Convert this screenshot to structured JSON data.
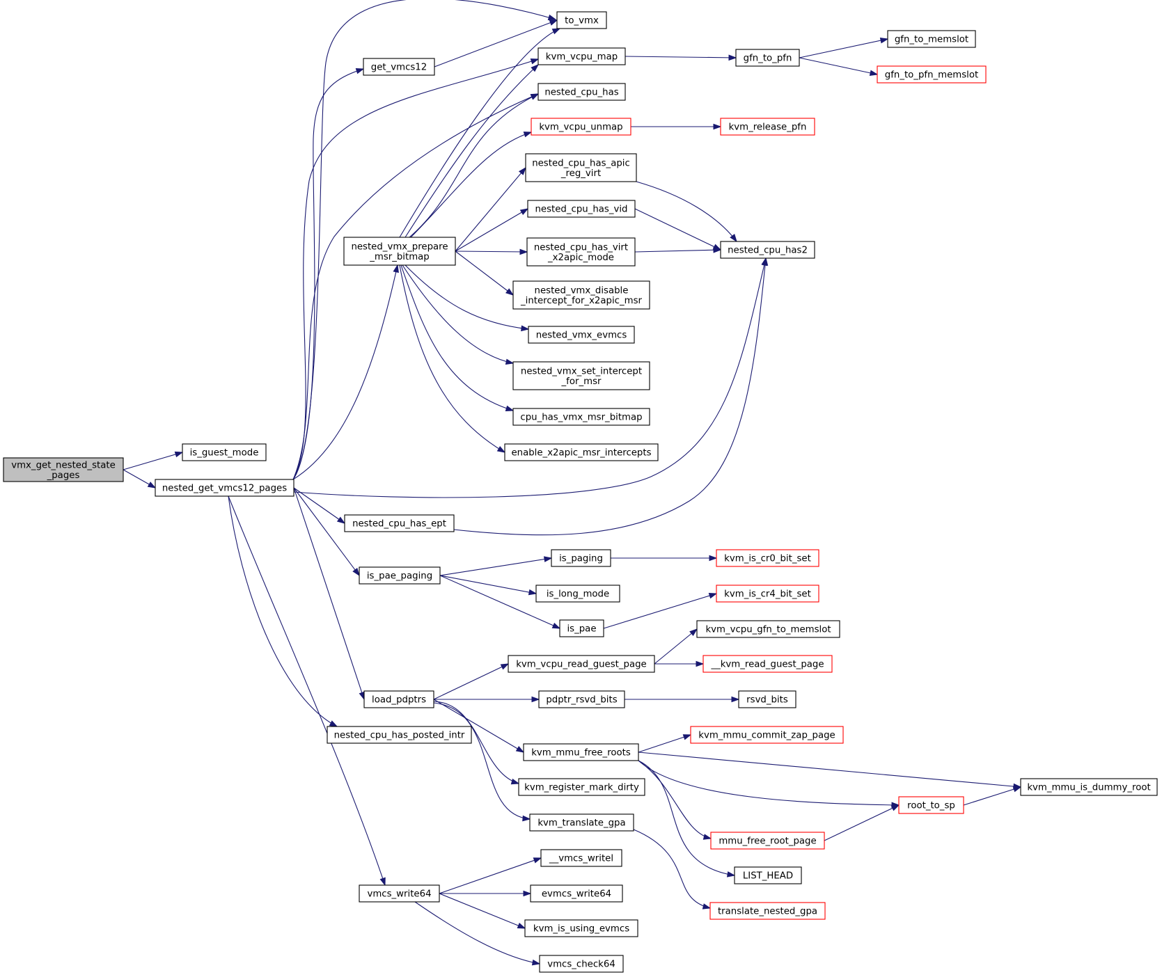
{
  "colors": {
    "edge": "#191970",
    "node_border": "#000000",
    "truncated_node_border": "#ff0000",
    "root_fill": "#bfbfbf",
    "node_fill": "#ffffff"
  },
  "nodes": [
    {
      "id": "root",
      "lines": [
        "vmx_get_nested_state",
        "_pages"
      ],
      "style": "root"
    },
    {
      "id": "is_guest_mode",
      "lines": [
        "is_guest_mode"
      ],
      "style": "normal"
    },
    {
      "id": "nested_get_vmcs12_pages",
      "lines": [
        "nested_get_vmcs12_pages"
      ],
      "style": "normal"
    },
    {
      "id": "get_vmcs12",
      "lines": [
        "get_vmcs12"
      ],
      "style": "normal"
    },
    {
      "id": "to_vmx",
      "lines": [
        "to_vmx"
      ],
      "style": "normal"
    },
    {
      "id": "kvm_vcpu_map",
      "lines": [
        "kvm_vcpu_map"
      ],
      "style": "normal"
    },
    {
      "id": "gfn_to_pfn",
      "lines": [
        "gfn_to_pfn"
      ],
      "style": "normal"
    },
    {
      "id": "gfn_to_memslot",
      "lines": [
        "gfn_to_memslot"
      ],
      "style": "normal"
    },
    {
      "id": "gfn_to_pfn_memslot",
      "lines": [
        "gfn_to_pfn_memslot"
      ],
      "style": "truncated"
    },
    {
      "id": "nested_cpu_has",
      "lines": [
        "nested_cpu_has"
      ],
      "style": "normal"
    },
    {
      "id": "kvm_vcpu_unmap",
      "lines": [
        "kvm_vcpu_unmap"
      ],
      "style": "truncated"
    },
    {
      "id": "kvm_release_pfn",
      "lines": [
        "kvm_release_pfn"
      ],
      "style": "truncated"
    },
    {
      "id": "nested_cpu_has_apic_reg_virt",
      "lines": [
        "nested_cpu_has_apic",
        "_reg_virt"
      ],
      "style": "normal"
    },
    {
      "id": "nested_cpu_has_vid",
      "lines": [
        "nested_cpu_has_vid"
      ],
      "style": "normal"
    },
    {
      "id": "nested_cpu_has_virt_x2apic_mode",
      "lines": [
        "nested_cpu_has_virt",
        "_x2apic_mode"
      ],
      "style": "normal"
    },
    {
      "id": "nested_cpu_has2",
      "lines": [
        "nested_cpu_has2"
      ],
      "style": "normal"
    },
    {
      "id": "nested_vmx_prepare_msr_bitmap",
      "lines": [
        "nested_vmx_prepare",
        "_msr_bitmap"
      ],
      "style": "normal"
    },
    {
      "id": "nested_vmx_disable_intercept_for_x2apic_msr",
      "lines": [
        "nested_vmx_disable",
        "_intercept_for_x2apic_msr"
      ],
      "style": "normal"
    },
    {
      "id": "nested_vmx_evmcs",
      "lines": [
        "nested_vmx_evmcs"
      ],
      "style": "normal"
    },
    {
      "id": "nested_vmx_set_intercept_for_msr",
      "lines": [
        "nested_vmx_set_intercept",
        "_for_msr"
      ],
      "style": "normal"
    },
    {
      "id": "cpu_has_vmx_msr_bitmap",
      "lines": [
        "cpu_has_vmx_msr_bitmap"
      ],
      "style": "normal"
    },
    {
      "id": "enable_x2apic_msr_intercepts",
      "lines": [
        "enable_x2apic_msr_intercepts"
      ],
      "style": "normal"
    },
    {
      "id": "nested_cpu_has_ept",
      "lines": [
        "nested_cpu_has_ept"
      ],
      "style": "normal"
    },
    {
      "id": "is_pae_paging",
      "lines": [
        "is_pae_paging"
      ],
      "style": "normal"
    },
    {
      "id": "is_paging",
      "lines": [
        "is_paging"
      ],
      "style": "normal"
    },
    {
      "id": "kvm_is_cr0_bit_set",
      "lines": [
        "kvm_is_cr0_bit_set"
      ],
      "style": "truncated"
    },
    {
      "id": "is_long_mode",
      "lines": [
        "is_long_mode"
      ],
      "style": "normal"
    },
    {
      "id": "is_pae",
      "lines": [
        "is_pae"
      ],
      "style": "normal"
    },
    {
      "id": "kvm_is_cr4_bit_set",
      "lines": [
        "kvm_is_cr4_bit_set"
      ],
      "style": "truncated"
    },
    {
      "id": "kvm_vcpu_gfn_to_memslot",
      "lines": [
        "kvm_vcpu_gfn_to_memslot"
      ],
      "style": "normal"
    },
    {
      "id": "kvm_vcpu_read_guest_page",
      "lines": [
        "kvm_vcpu_read_guest_page"
      ],
      "style": "normal"
    },
    {
      "id": "__kvm_read_guest_page",
      "lines": [
        "__kvm_read_guest_page"
      ],
      "style": "truncated"
    },
    {
      "id": "load_pdptrs",
      "lines": [
        "load_pdptrs"
      ],
      "style": "normal"
    },
    {
      "id": "pdptr_rsvd_bits",
      "lines": [
        "pdptr_rsvd_bits"
      ],
      "style": "normal"
    },
    {
      "id": "rsvd_bits",
      "lines": [
        "rsvd_bits"
      ],
      "style": "normal"
    },
    {
      "id": "nested_cpu_has_posted_intr",
      "lines": [
        "nested_cpu_has_posted_intr"
      ],
      "style": "normal"
    },
    {
      "id": "kvm_mmu_free_roots",
      "lines": [
        "kvm_mmu_free_roots"
      ],
      "style": "normal"
    },
    {
      "id": "kvm_mmu_commit_zap_page",
      "lines": [
        "kvm_mmu_commit_zap_page"
      ],
      "style": "truncated"
    },
    {
      "id": "kvm_mmu_is_dummy_root",
      "lines": [
        "kvm_mmu_is_dummy_root"
      ],
      "style": "normal"
    },
    {
      "id": "kvm_register_mark_dirty",
      "lines": [
        "kvm_register_mark_dirty"
      ],
      "style": "normal"
    },
    {
      "id": "root_to_sp",
      "lines": [
        "root_to_sp"
      ],
      "style": "truncated"
    },
    {
      "id": "kvm_translate_gpa",
      "lines": [
        "kvm_translate_gpa"
      ],
      "style": "normal"
    },
    {
      "id": "mmu_free_root_page",
      "lines": [
        "mmu_free_root_page"
      ],
      "style": "truncated"
    },
    {
      "id": "LIST_HEAD",
      "lines": [
        "LIST_HEAD"
      ],
      "style": "normal"
    },
    {
      "id": "vmcs_writel",
      "lines": [
        "__vmcs_writel"
      ],
      "style": "normal"
    },
    {
      "id": "vmcs_write64",
      "lines": [
        "vmcs_write64"
      ],
      "style": "normal"
    },
    {
      "id": "evmcs_write64",
      "lines": [
        "evmcs_write64"
      ],
      "style": "normal"
    },
    {
      "id": "translate_nested_gpa",
      "lines": [
        "translate_nested_gpa"
      ],
      "style": "truncated"
    },
    {
      "id": "kvm_is_using_evmcs",
      "lines": [
        "kvm_is_using_evmcs"
      ],
      "style": "normal"
    },
    {
      "id": "vmcs_check64",
      "lines": [
        "vmcs_check64"
      ],
      "style": "normal"
    }
  ],
  "edges": [
    {
      "from": "root",
      "to": "is_guest_mode"
    },
    {
      "from": "root",
      "to": "nested_get_vmcs12_pages"
    },
    {
      "from": "nested_get_vmcs12_pages",
      "to": "to_vmx"
    },
    {
      "from": "nested_get_vmcs12_pages",
      "to": "get_vmcs12"
    },
    {
      "from": "nested_get_vmcs12_pages",
      "to": "kvm_vcpu_map"
    },
    {
      "from": "nested_get_vmcs12_pages",
      "to": "nested_cpu_has"
    },
    {
      "from": "nested_get_vmcs12_pages",
      "to": "nested_vmx_prepare_msr_bitmap"
    },
    {
      "from": "nested_get_vmcs12_pages",
      "to": "nested_cpu_has2"
    },
    {
      "from": "nested_get_vmcs12_pages",
      "to": "nested_cpu_has_ept"
    },
    {
      "from": "nested_get_vmcs12_pages",
      "to": "is_pae_paging"
    },
    {
      "from": "nested_get_vmcs12_pages",
      "to": "load_pdptrs"
    },
    {
      "from": "nested_get_vmcs12_pages",
      "to": "nested_cpu_has_posted_intr"
    },
    {
      "from": "nested_get_vmcs12_pages",
      "to": "vmcs_write64"
    },
    {
      "from": "get_vmcs12",
      "to": "to_vmx"
    },
    {
      "from": "kvm_vcpu_map",
      "to": "gfn_to_pfn"
    },
    {
      "from": "gfn_to_pfn",
      "to": "gfn_to_memslot"
    },
    {
      "from": "gfn_to_pfn",
      "to": "gfn_to_pfn_memslot"
    },
    {
      "from": "kvm_vcpu_unmap",
      "to": "kvm_release_pfn"
    },
    {
      "from": "nested_vmx_prepare_msr_bitmap",
      "to": "to_vmx"
    },
    {
      "from": "nested_vmx_prepare_msr_bitmap",
      "to": "kvm_vcpu_map"
    },
    {
      "from": "nested_vmx_prepare_msr_bitmap",
      "to": "nested_cpu_has"
    },
    {
      "from": "nested_vmx_prepare_msr_bitmap",
      "to": "kvm_vcpu_unmap"
    },
    {
      "from": "nested_vmx_prepare_msr_bitmap",
      "to": "nested_cpu_has_apic_reg_virt"
    },
    {
      "from": "nested_vmx_prepare_msr_bitmap",
      "to": "nested_cpu_has_vid"
    },
    {
      "from": "nested_vmx_prepare_msr_bitmap",
      "to": "nested_cpu_has_virt_x2apic_mode"
    },
    {
      "from": "nested_vmx_prepare_msr_bitmap",
      "to": "nested_vmx_disable_intercept_for_x2apic_msr"
    },
    {
      "from": "nested_vmx_prepare_msr_bitmap",
      "to": "nested_vmx_evmcs"
    },
    {
      "from": "nested_vmx_prepare_msr_bitmap",
      "to": "nested_vmx_set_intercept_for_msr"
    },
    {
      "from": "nested_vmx_prepare_msr_bitmap",
      "to": "cpu_has_vmx_msr_bitmap"
    },
    {
      "from": "nested_vmx_prepare_msr_bitmap",
      "to": "enable_x2apic_msr_intercepts"
    },
    {
      "from": "nested_cpu_has_apic_reg_virt",
      "to": "nested_cpu_has2"
    },
    {
      "from": "nested_cpu_has_vid",
      "to": "nested_cpu_has2"
    },
    {
      "from": "nested_cpu_has_virt_x2apic_mode",
      "to": "nested_cpu_has2"
    },
    {
      "from": "nested_cpu_has_ept",
      "to": "nested_cpu_has2"
    },
    {
      "from": "is_pae_paging",
      "to": "is_paging"
    },
    {
      "from": "is_pae_paging",
      "to": "is_long_mode"
    },
    {
      "from": "is_pae_paging",
      "to": "is_pae"
    },
    {
      "from": "is_paging",
      "to": "kvm_is_cr0_bit_set"
    },
    {
      "from": "is_pae",
      "to": "kvm_is_cr4_bit_set"
    },
    {
      "from": "load_pdptrs",
      "to": "kvm_vcpu_read_guest_page"
    },
    {
      "from": "load_pdptrs",
      "to": "pdptr_rsvd_bits"
    },
    {
      "from": "load_pdptrs",
      "to": "kvm_mmu_free_roots"
    },
    {
      "from": "load_pdptrs",
      "to": "kvm_register_mark_dirty"
    },
    {
      "from": "load_pdptrs",
      "to": "kvm_translate_gpa"
    },
    {
      "from": "kvm_vcpu_read_guest_page",
      "to": "kvm_vcpu_gfn_to_memslot"
    },
    {
      "from": "kvm_vcpu_read_guest_page",
      "to": "__kvm_read_guest_page"
    },
    {
      "from": "pdptr_rsvd_bits",
      "to": "rsvd_bits"
    },
    {
      "from": "kvm_mmu_free_roots",
      "to": "kvm_mmu_commit_zap_page"
    },
    {
      "from": "kvm_mmu_free_roots",
      "to": "kvm_mmu_is_dummy_root"
    },
    {
      "from": "kvm_mmu_free_roots",
      "to": "root_to_sp"
    },
    {
      "from": "kvm_mmu_free_roots",
      "to": "mmu_free_root_page"
    },
    {
      "from": "kvm_mmu_free_roots",
      "to": "LIST_HEAD"
    },
    {
      "from": "root_to_sp",
      "to": "kvm_mmu_is_dummy_root"
    },
    {
      "from": "mmu_free_root_page",
      "to": "root_to_sp"
    },
    {
      "from": "kvm_translate_gpa",
      "to": "translate_nested_gpa"
    },
    {
      "from": "vmcs_write64",
      "to": "vmcs_writel"
    },
    {
      "from": "vmcs_write64",
      "to": "evmcs_write64"
    },
    {
      "from": "vmcs_write64",
      "to": "kvm_is_using_evmcs"
    },
    {
      "from": "vmcs_write64",
      "to": "vmcs_check64"
    }
  ]
}
